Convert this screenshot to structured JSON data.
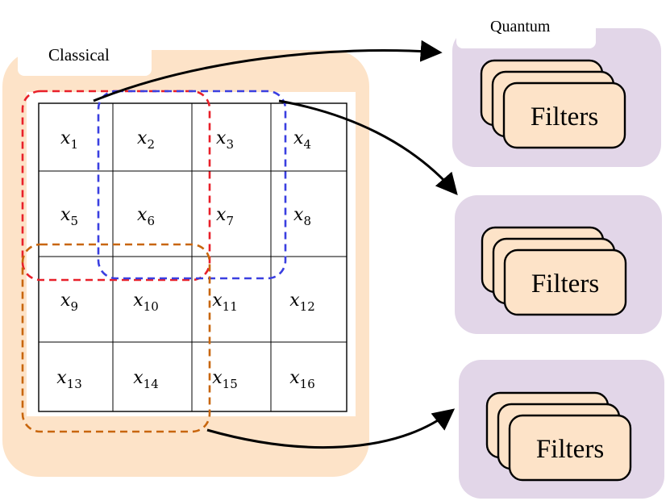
{
  "classical_label": "Classical",
  "quantum_label": "Quantum",
  "grid": {
    "rows": [
      [
        {
          "base": "x",
          "sub": "1"
        },
        {
          "base": "x",
          "sub": "2"
        },
        {
          "base": "x",
          "sub": "3"
        },
        {
          "base": "x",
          "sub": "4"
        }
      ],
      [
        {
          "base": "x",
          "sub": "5"
        },
        {
          "base": "x",
          "sub": "6"
        },
        {
          "base": "x",
          "sub": "7"
        },
        {
          "base": "x",
          "sub": "8"
        }
      ],
      [
        {
          "base": "x",
          "sub": "9"
        },
        {
          "base": "x",
          "sub": "10"
        },
        {
          "base": "x",
          "sub": "11"
        },
        {
          "base": "x",
          "sub": "12"
        }
      ],
      [
        {
          "base": "x",
          "sub": "13"
        },
        {
          "base": "x",
          "sub": "14"
        },
        {
          "base": "x",
          "sub": "15"
        },
        {
          "base": "x",
          "sub": "16"
        }
      ]
    ]
  },
  "filter_label": "Filters",
  "filter_groups": [
    "Filters",
    "Filters",
    "Filters"
  ],
  "colors": {
    "classical_bg": "#fde3c8",
    "quantum_bg": "#e2d6e8",
    "filter_fill": "#fde3c8",
    "window_red": "#e8202a",
    "window_blue": "#3a3fe0",
    "window_orange": "#c8660e",
    "arrow": "#000000"
  }
}
